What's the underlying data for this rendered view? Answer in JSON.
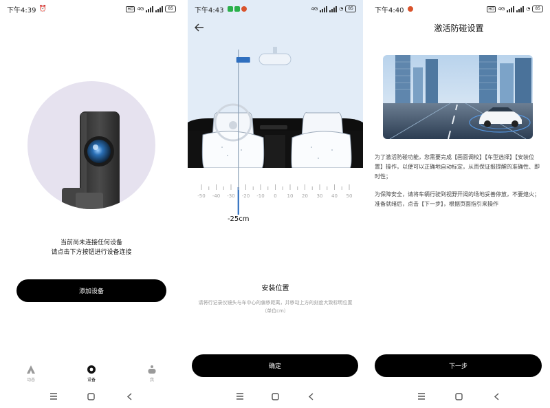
{
  "screens": {
    "device": {
      "status": {
        "time": "下午4:39"
      },
      "prompt_line1": "当前尚未连接任何设备",
      "prompt_line2": "请点击下方按钮进行设备连接",
      "add_button": "添加设备",
      "tabs": [
        {
          "label": "动态",
          "icon": "triangle-logo-icon"
        },
        {
          "label": "设备",
          "icon": "device-dot-icon",
          "active": true
        },
        {
          "label": "我",
          "icon": "profile-icon"
        }
      ]
    },
    "install": {
      "status": {
        "time": "下午4:43"
      },
      "ruler": {
        "ticks": [
          "-50",
          "-40",
          "-30",
          "-20",
          "-10",
          "0",
          "10",
          "20",
          "30",
          "40",
          "50"
        ],
        "min": -50,
        "max": 50,
        "current_value": -25,
        "current_label": "-25cm"
      },
      "title": "安装位置",
      "description": "请将行记录仪镜头与车中心的偏移距离，并移动上方的刻度大致标明位置（单位cm）",
      "confirm_button": "确定"
    },
    "setup": {
      "status": {
        "time": "下午4:40"
      },
      "header": "激活防碰设置",
      "paragraph1": "为了激活防碰功能，您需要完成【画面调校】【车型选择】【安装位置】操作，以便可以正确地自动标定，从而保证报提醒的准确性、即时性；",
      "paragraph2": "为保障安全，请将车辆行驶到视野开阔的场地妥善停放，不要熄火；准备就绪后，点击【下一步】，根据页面指引来操作",
      "next_button": "下一步"
    }
  },
  "statusbar": {
    "battery": "85",
    "network": "4G"
  },
  "colors": {
    "primary": "#000000",
    "accent": "#2f6fbf",
    "scene_bg": "#e2ecf7",
    "circle_bg": "#e6e2ef"
  }
}
